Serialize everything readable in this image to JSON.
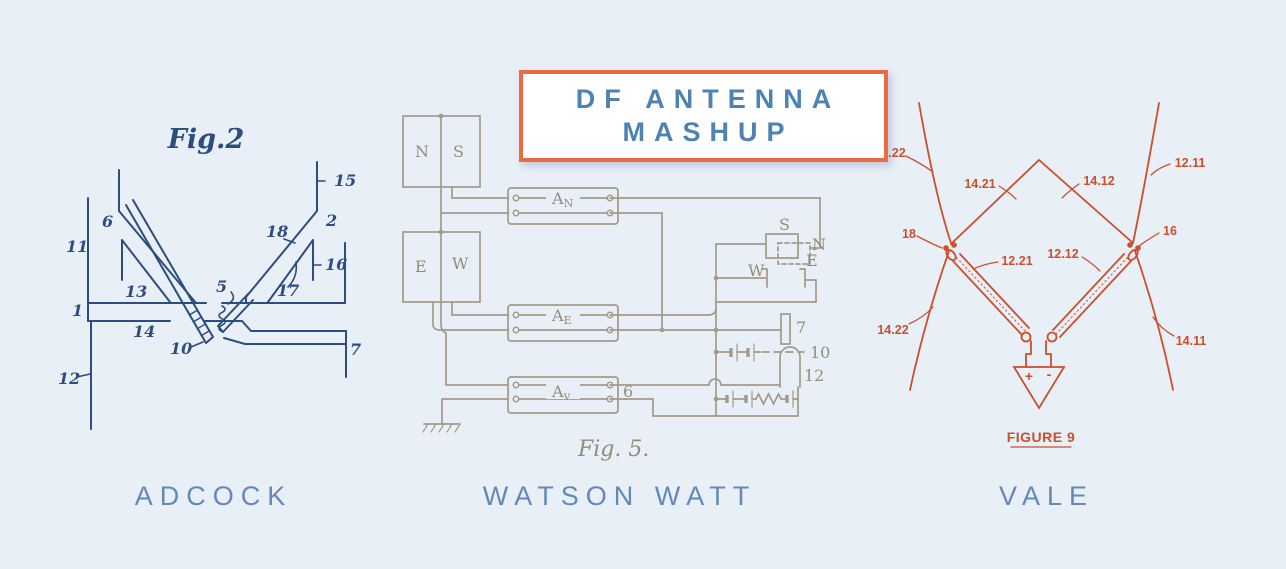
{
  "title": {
    "line1": "DF ANTENNA",
    "line2": "MASHUP"
  },
  "adcock": {
    "caption": "ADCOCK",
    "figure_title": "Fig.2",
    "labels": {
      "n15": "15",
      "n6": "6",
      "n2": "2",
      "n11": "11",
      "n18": "18",
      "n16": "16",
      "n13": "13",
      "n5": "5",
      "n17": "17",
      "n1": "1",
      "n14": "14",
      "n10": "10",
      "n7": "7",
      "n12": "12"
    }
  },
  "watson_watt": {
    "caption": "WATSON WATT",
    "figure_title": "Fig. 5.",
    "loops": {
      "ns_left": "N",
      "ns_right": "S",
      "ew_left": "E",
      "ew_right": "W"
    },
    "amps": {
      "an_main": "A",
      "an_sub": "N",
      "ae_main": "A",
      "ae_sub": "E",
      "av_main": "A",
      "av_sub": "v"
    },
    "crt": {
      "plate_s": "S",
      "plate_n": "N",
      "plate_w": "W",
      "plate_e": "E"
    },
    "parts": {
      "n6": "6",
      "n7": "7",
      "n10": "10",
      "n12": "12"
    }
  },
  "vale": {
    "caption": "VALE",
    "figure_title": "FIGURE 9",
    "labels": {
      "n22": ".22",
      "n12_11": "12.11",
      "n14_21": "14.21",
      "n14_12": "14.12",
      "n18": "18",
      "n16": "16",
      "n12_21": "12.21",
      "n12_12": "12.12",
      "n14_22": "14.22",
      "n14_11": "14.11"
    },
    "polarity_plus": "+",
    "polarity_minus": "-"
  },
  "colors": {
    "background": "#e9eff7",
    "adcock_ink": "#2c4d80",
    "watson_ink": "#a39b87",
    "vale_ink": "#cb4f2b",
    "title_text": "#4d82b2",
    "title_border": "#ec6a41",
    "caption_text": "#6289b7"
  }
}
